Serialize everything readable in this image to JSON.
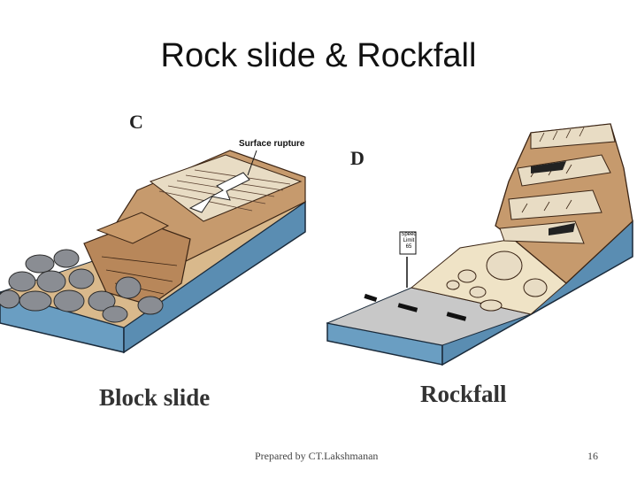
{
  "slide": {
    "title": "Rock slide & Rockfall",
    "footer_credit": "Prepared by CT.Lakshmanan",
    "page_number": "16"
  },
  "figure_left": {
    "panel_letter": "C",
    "annotation": "Surface rupture",
    "caption": "Block slide"
  },
  "figure_right": {
    "panel_letter": "D",
    "sign_text": "Speed Limit 65",
    "caption": "Rockfall"
  },
  "colors": {
    "water_blue": "#6a9ec2",
    "rock_tan": "#c69a6d",
    "rock_dark": "#8a5a35",
    "boulder_gray": "#8a8d93",
    "road_gray": "#c8c8c8",
    "sand": "#efe3c6"
  }
}
